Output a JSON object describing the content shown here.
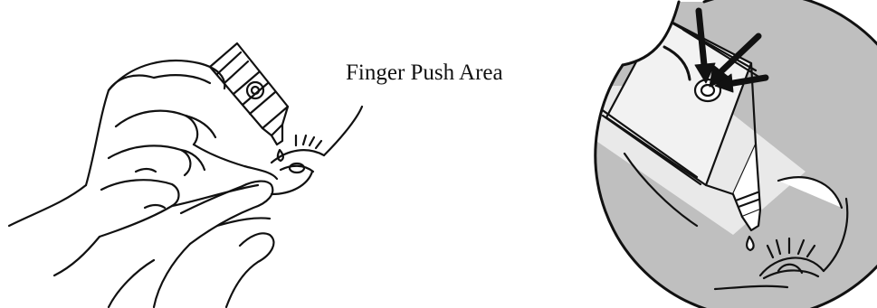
{
  "labels": {
    "finger_push_area": "Finger Push Area"
  },
  "colors": {
    "line": "#111111",
    "background": "#ffffff",
    "closeup_fill": "#bfbfbf",
    "closeup_light": "#e6e6e6"
  },
  "figures": [
    {
      "name": "hand-holding-dropper-bottle"
    },
    {
      "name": "closeup-finger-push-area"
    }
  ]
}
